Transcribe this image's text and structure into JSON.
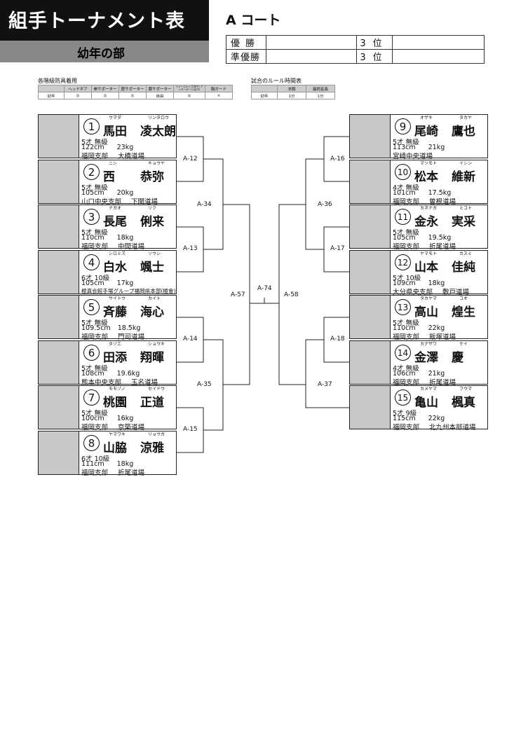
{
  "header": {
    "title": "組手トーナメント表",
    "division": "幼年の部",
    "court": "A コート"
  },
  "results": {
    "winner_label": "優勝",
    "runner_up_label": "準優勝",
    "third_label": "3位"
  },
  "armor_table": {
    "title": "各階級防具着用",
    "headers": [
      "",
      "ヘッドギア",
      "拳サポーター",
      "脛サポーター",
      "膝サポーター",
      "ファールカップ(男子)\nアンダーガード(女子)",
      "胸ガード"
    ],
    "row": [
      "幼年",
      "◎",
      "◎",
      "◎",
      "自由",
      "◎",
      "×"
    ]
  },
  "rule_table": {
    "title": "試合のルール時間表",
    "headers": [
      "",
      "本戦",
      "最終延長"
    ],
    "row": [
      "幼年",
      "1分",
      "1分"
    ]
  },
  "players": [
    {
      "no": "1",
      "surname": "馬田",
      "given": "凌太朗",
      "kana_s": "ウマダ",
      "kana_g": "リンタロウ",
      "age": "5才",
      "rank": "無級",
      "height": "122cm",
      "weight": "23kg",
      "branch": "福岡支部",
      "dojo": "大橋道場"
    },
    {
      "no": "2",
      "surname": "西",
      "given": "恭弥",
      "kana_s": "ニシ",
      "kana_g": "キョウヤ",
      "age": "5才",
      "rank": "無級",
      "height": "105cm",
      "weight": "20kg",
      "branch": "山口中央支部",
      "dojo": "下関道場"
    },
    {
      "no": "3",
      "surname": "長尾",
      "given": "俐来",
      "kana_s": "ナガオ",
      "kana_g": "リク",
      "age": "5才",
      "rank": "無級",
      "height": "110cm",
      "weight": "18kg",
      "branch": "福岡支部",
      "dojo": "中間道場"
    },
    {
      "no": "4",
      "surname": "白水",
      "given": "颯士",
      "kana_s": "シロミズ",
      "kana_g": "ソウシ",
      "age": "6才",
      "rank": "10級",
      "height": "105cm",
      "weight": "17kg",
      "branch": "極真会館手塚グループ福岡県本部(極會)",
      "dojo": ""
    },
    {
      "no": "5",
      "surname": "斉藤",
      "given": "海心",
      "kana_s": "サイトウ",
      "kana_g": "カイト",
      "age": "5才",
      "rank": "無級",
      "height": "109.5cm",
      "weight": "18.5kg",
      "branch": "福岡支部",
      "dojo": "門司道場"
    },
    {
      "no": "6",
      "surname": "田添",
      "given": "翔暉",
      "kana_s": "タゾエ",
      "kana_g": "ショウキ",
      "age": "5才",
      "rank": "無級",
      "height": "108cm",
      "weight": "19.6kg",
      "branch": "熊本中央支部",
      "dojo": "玉名道場"
    },
    {
      "no": "7",
      "surname": "桃園",
      "given": "正道",
      "kana_s": "モモゾノ",
      "kana_g": "セイドウ",
      "age": "5才",
      "rank": "無級",
      "height": "100cm",
      "weight": "16kg",
      "branch": "福岡支部",
      "dojo": "京築道場"
    },
    {
      "no": "8",
      "surname": "山脇",
      "given": "涼雅",
      "kana_s": "ヤマワキ",
      "kana_g": "リョウガ",
      "age": "6才",
      "rank": "10級",
      "height": "111cm",
      "weight": "18kg",
      "branch": "福岡支部",
      "dojo": "折尾道場"
    },
    {
      "no": "9",
      "surname": "尾崎",
      "given": "鷹也",
      "kana_s": "オザキ",
      "kana_g": "タカヤ",
      "age": "5才",
      "rank": "無級",
      "height": "113cm",
      "weight": "21kg",
      "branch": "宮崎中央道場",
      "dojo": ""
    },
    {
      "no": "10",
      "surname": "松本",
      "given": "維新",
      "kana_s": "マツモト",
      "kana_g": "イシン",
      "age": "4才",
      "rank": "無級",
      "height": "101cm",
      "weight": "17.5kg",
      "branch": "福岡支部",
      "dojo": "曽根道場"
    },
    {
      "no": "11",
      "surname": "金永",
      "given": "実采",
      "kana_s": "カネナガ",
      "kana_g": "ミコト",
      "age": "5才",
      "rank": "無級",
      "height": "105cm",
      "weight": "19.5kg",
      "branch": "福岡支部",
      "dojo": "折尾道場"
    },
    {
      "no": "12",
      "surname": "山本",
      "given": "佳純",
      "kana_s": "ヤマモト",
      "kana_g": "カスミ",
      "age": "5才",
      "rank": "10級",
      "height": "109cm",
      "weight": "18kg",
      "branch": "大分県央支部",
      "dojo": "敷戸道場"
    },
    {
      "no": "13",
      "surname": "高山",
      "given": "煌生",
      "kana_s": "タカヤマ",
      "kana_g": "コオ",
      "age": "5才",
      "rank": "無級",
      "height": "110cm",
      "weight": "22kg",
      "branch": "福岡支部",
      "dojo": "飯塚道場"
    },
    {
      "no": "14",
      "surname": "金澤",
      "given": "慶",
      "kana_s": "カナザワ",
      "kana_g": "ケイ",
      "age": "4才",
      "rank": "無級",
      "height": "106cm",
      "weight": "21kg",
      "branch": "福岡支部",
      "dojo": "折尾道場"
    },
    {
      "no": "15",
      "surname": "亀山",
      "given": "楓真",
      "kana_s": "カメヤマ",
      "kana_g": "フウマ",
      "age": "5才",
      "rank": "9級",
      "height": "115cm",
      "weight": "22kg",
      "branch": "福岡支部",
      "dojo": "北九州本部道場"
    }
  ],
  "matches": {
    "m1": "A-12",
    "m2": "A-13",
    "m3": "A-14",
    "m4": "A-15",
    "m5": "A-34",
    "m6": "A-35",
    "m7": "A-57",
    "m8": "A-16",
    "m9": "A-17",
    "m10": "A-18",
    "m11": "A-36",
    "m12": "A-37",
    "m13": "A-58",
    "final": "A-74"
  }
}
